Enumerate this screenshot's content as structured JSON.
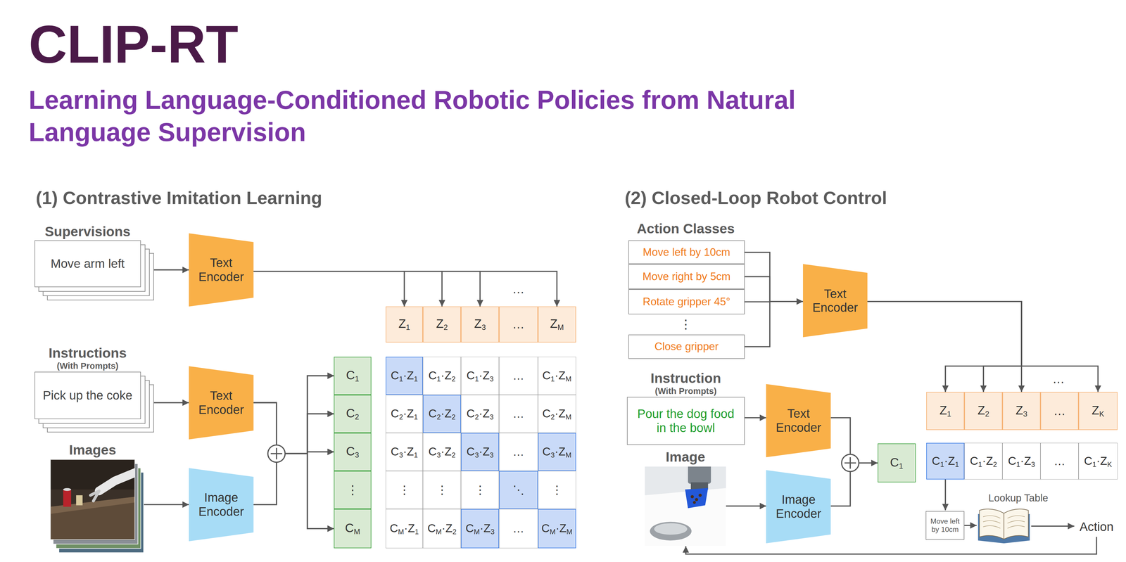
{
  "diagram": {
    "title": "CLIP-RT",
    "nodes": [
      {
        "text": [
          "Supervisions",
          "Move arm left"
        ]
      },
      {
        "text": [
          "Text Encoder"
        ]
      },
      {
        "text": [
          "Z1"
        ]
      },
      {
        "text": [
          "Z2"
        ]
      },
      {
        "text": [
          "Z3"
        ]
      },
      {
        "text": [
          "…"
        ]
      },
      {
        "text": [
          "ZM"
        ]
      },
      {
        "text": [
          "Instructions",
          "(With Prompts)",
          "Pick up the coke"
        ]
      },
      {
        "text": [
          "Text Encoder"
        ]
      },
      {
        "text": [
          "Images"
        ]
      },
      {
        "text": [
          "Image Encoder"
        ]
      },
      {
        "text": [
          "C1"
        ]
      },
      {
        "text": [
          "C2"
        ]
      },
      {
        "text": [
          "C3"
        ]
      },
      {
        "text": [
          "⋮"
        ]
      },
      {
        "text": [
          "CM"
        ]
      },
      {
        "text": [
          "Move left by 10cm"
        ]
      },
      {
        "text": [
          "Move right by 5cm"
        ]
      },
      {
        "text": [
          "Rotate gripper 45°"
        ]
      },
      {
        "text": [
          "Close gripper"
        ]
      },
      {
        "text": [
          "Text Encoder"
        ]
      },
      {
        "text": [
          "Z1"
        ]
      },
      {
        "text": [
          "Z2"
        ]
      },
      {
        "text": [
          "Z3"
        ]
      },
      {
        "text": [
          "…"
        ]
      },
      {
        "text": [
          "ZK"
        ]
      },
      {
        "text": [
          "Instruction",
          "(With Prompts)",
          "Pour the dog food in the bowl"
        ]
      },
      {
        "text": [
          "Text Encoder"
        ]
      },
      {
        "text": [
          "Image"
        ]
      },
      {
        "text": [
          "Image Encoder"
        ]
      },
      {
        "text": [
          "C1"
        ]
      },
      {
        "text": [
          "Move left by 10cm"
        ]
      }
    ],
    "edges": [
      {
        "from": 0,
        "to": 1,
        "arrow": "to"
      },
      {
        "from": 1,
        "to": 2,
        "arrow": "to"
      },
      {
        "from": 1,
        "to": 3,
        "arrow": "to"
      },
      {
        "from": 1,
        "to": 4,
        "arrow": "to"
      },
      {
        "from": 1,
        "to": 6,
        "arrow": "to"
      },
      {
        "from": 7,
        "to": 8,
        "arrow": "to"
      },
      {
        "from": 9,
        "to": 10,
        "arrow": "to"
      },
      {
        "from": 8,
        "to": 11,
        "arrow": "to"
      },
      {
        "from": 8,
        "to": 12,
        "arrow": "to"
      },
      {
        "from": 8,
        "to": 13,
        "arrow": "to"
      },
      {
        "from": 8,
        "to": 15,
        "arrow": "to"
      },
      {
        "from": 10,
        "to": 11,
        "arrow": "to"
      },
      {
        "from": 10,
        "to": 12,
        "arrow": "to"
      },
      {
        "from": 10,
        "to": 13,
        "arrow": "to"
      },
      {
        "from": 10,
        "to": 15,
        "arrow": "to"
      },
      {
        "from": 16,
        "to": 20,
        "arrow": "to"
      },
      {
        "from": 17,
        "to": 20,
        "arrow": "to"
      },
      {
        "from": 18,
        "to": 20,
        "arrow": "to"
      },
      {
        "from": 19,
        "to": 20,
        "arrow": "to"
      },
      {
        "from": 20,
        "to": 21,
        "arrow": "to"
      },
      {
        "from": 20,
        "to": 22,
        "arrow": "to"
      },
      {
        "from": 20,
        "to": 23,
        "arrow": "to"
      },
      {
        "from": 20,
        "to": 25,
        "arrow": "to"
      },
      {
        "from": 26,
        "to": 27,
        "arrow": "to"
      },
      {
        "from": 28,
        "to": 29,
        "arrow": "to"
      },
      {
        "from": 27,
        "to": 30,
        "arrow": "to"
      },
      {
        "from": 29,
        "to": 30,
        "arrow": "to"
      }
    ],
    "labels": [
      "Learning Language-Conditioned Robotic Policies from Natural Language Supervision",
      "(1) Contrastive Imitation Learning",
      "…",
      "C1·Z1",
      "C1·Z2",
      "C1·Z3",
      "…",
      "C1·ZM",
      "C2·Z1",
      "C2·Z2",
      "C2·Z3",
      "…",
      "C2·ZM",
      "C3·Z1",
      "C3·Z2",
      "C3·Z3",
      "…",
      "C3·ZM",
      "⋮",
      "⋮",
      "⋮",
      "⋱",
      "⋮",
      "CM·Z1",
      "CM·Z2",
      "CM·Z3",
      "…",
      "CM·ZM",
      "(2) Closed-Loop Robot Control",
      "Action Classes",
      "⋮",
      "…",
      "C1·Z1",
      "C1·Z2",
      "C1·Z3",
      "…",
      "C1·ZK",
      "Lookup Table",
      "Action"
    ]
  }
}
